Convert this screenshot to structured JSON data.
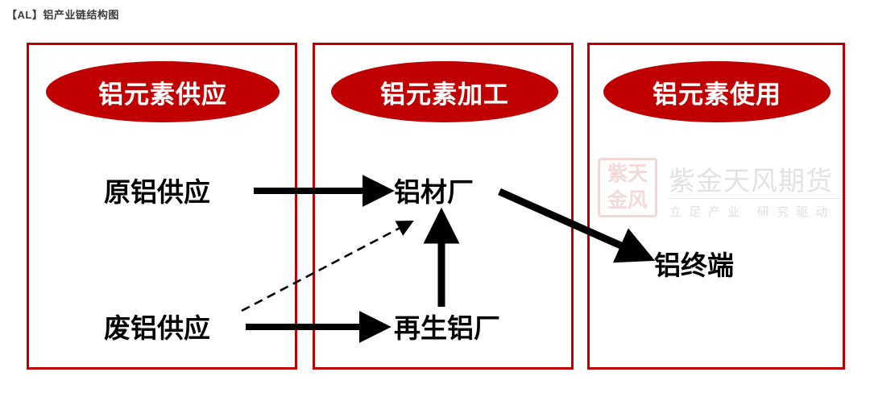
{
  "title": "【AL】铝产业链结构图",
  "theme": {
    "accent_red": "#C00000",
    "box_border": "#C00000",
    "ellipse_fill": "#C00000",
    "ellipse_text": "#FFFFFF",
    "node_text": "#000000",
    "arrow_color": "#000000",
    "title_color": "#3B3B3B",
    "watermark_color": "#E2E2E2"
  },
  "stages": [
    {
      "id": "supply",
      "ellipse_label": "铝元素供应"
    },
    {
      "id": "process",
      "ellipse_label": "铝元素加工"
    },
    {
      "id": "usage",
      "ellipse_label": "铝元素使用"
    }
  ],
  "nodes": [
    {
      "id": "primary-supply",
      "label": "原铝供应",
      "stage": "supply"
    },
    {
      "id": "scrap-supply",
      "label": "废铝供应",
      "stage": "supply"
    },
    {
      "id": "aluminum-mill",
      "label": "铝材厂",
      "stage": "process"
    },
    {
      "id": "recycling-mill",
      "label": "再生铝厂",
      "stage": "process"
    },
    {
      "id": "end-use",
      "label": "铝终端",
      "stage": "usage"
    }
  ],
  "edges": [
    {
      "id": "primary-to-mill",
      "from": "primary-supply",
      "to": "aluminum-mill",
      "style": "solid",
      "direction": "right"
    },
    {
      "id": "scrap-to-recycling",
      "from": "scrap-supply",
      "to": "recycling-mill",
      "style": "solid",
      "direction": "right"
    },
    {
      "id": "scrap-to-mill",
      "from": "scrap-supply",
      "to": "aluminum-mill",
      "style": "dashed",
      "direction": "up-right"
    },
    {
      "id": "recycling-to-mill",
      "from": "recycling-mill",
      "to": "aluminum-mill",
      "style": "solid",
      "direction": "up"
    },
    {
      "id": "mill-to-end-use",
      "from": "aluminum-mill",
      "to": "end-use",
      "style": "solid",
      "direction": "down-right"
    }
  ],
  "watermark": {
    "seal_text": "紫天金风",
    "brand": "紫金天风期货",
    "tagline": "立足产业 研究驱动"
  }
}
